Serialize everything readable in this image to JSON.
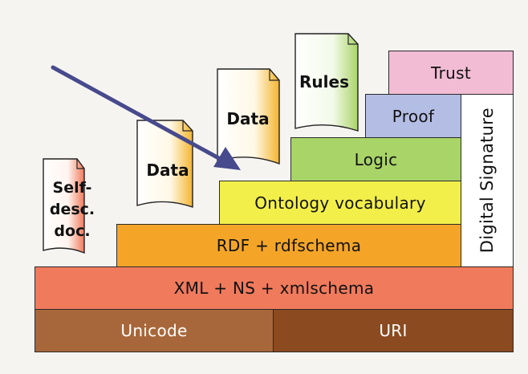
{
  "layers": {
    "unicode": "Unicode",
    "uri": "URI",
    "xml": "XML + NS + xmlschema",
    "rdf": "RDF + rdfschema",
    "ontology": "Ontology vocabulary",
    "logic": "Logic",
    "proof": "Proof",
    "trust": "Trust",
    "digital_signature": "Digital Signature"
  },
  "documents": {
    "self_desc": [
      "Self-",
      "desc.",
      "doc."
    ],
    "data_1": "Data",
    "data_2": "Data",
    "rules": "Rules"
  },
  "colors": {
    "unicode": "#a8673a",
    "uri": "#8b4a20",
    "xml": "#f07a5c",
    "rdf": "#f4a528",
    "ontology": "#f2ef4a",
    "logic": "#a9d468",
    "proof": "#b4bde4",
    "trust": "#f2bdd4",
    "signature": "#ffffff",
    "arrow": "#474a8c"
  }
}
